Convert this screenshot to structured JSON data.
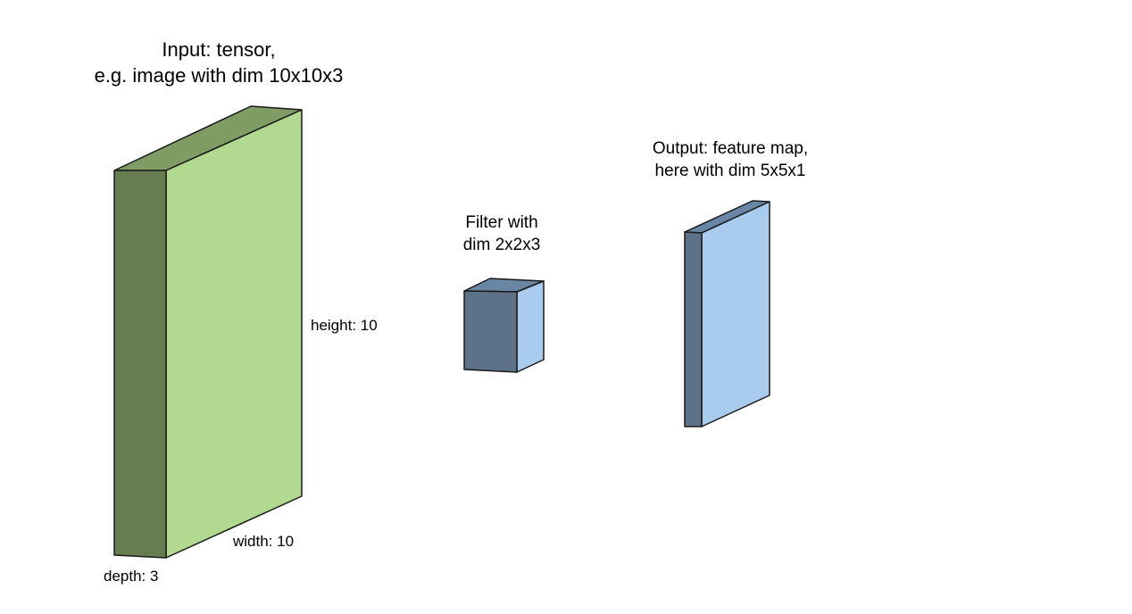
{
  "input": {
    "title_line1": "Input: tensor,",
    "title_line2": "e.g. image with dim 10x10x3",
    "height_label": "height: 10",
    "width_label": "width: 10",
    "depth_label": "depth: 3",
    "colors": {
      "front": "#b1d990",
      "side": "#667d51",
      "top": "#7f9c65"
    }
  },
  "filter": {
    "title_line1": "Filter with",
    "title_line2": "dim 2x2x3",
    "colors": {
      "front": "#a8cbee",
      "side": "#5d7289",
      "top": "#6a86a5"
    }
  },
  "output": {
    "title_line1": "Output: feature map,",
    "title_line2": "here with dim 5x5x1",
    "colors": {
      "front": "#a8cbee",
      "side": "#5d7289",
      "top": "#6a86a5"
    }
  }
}
